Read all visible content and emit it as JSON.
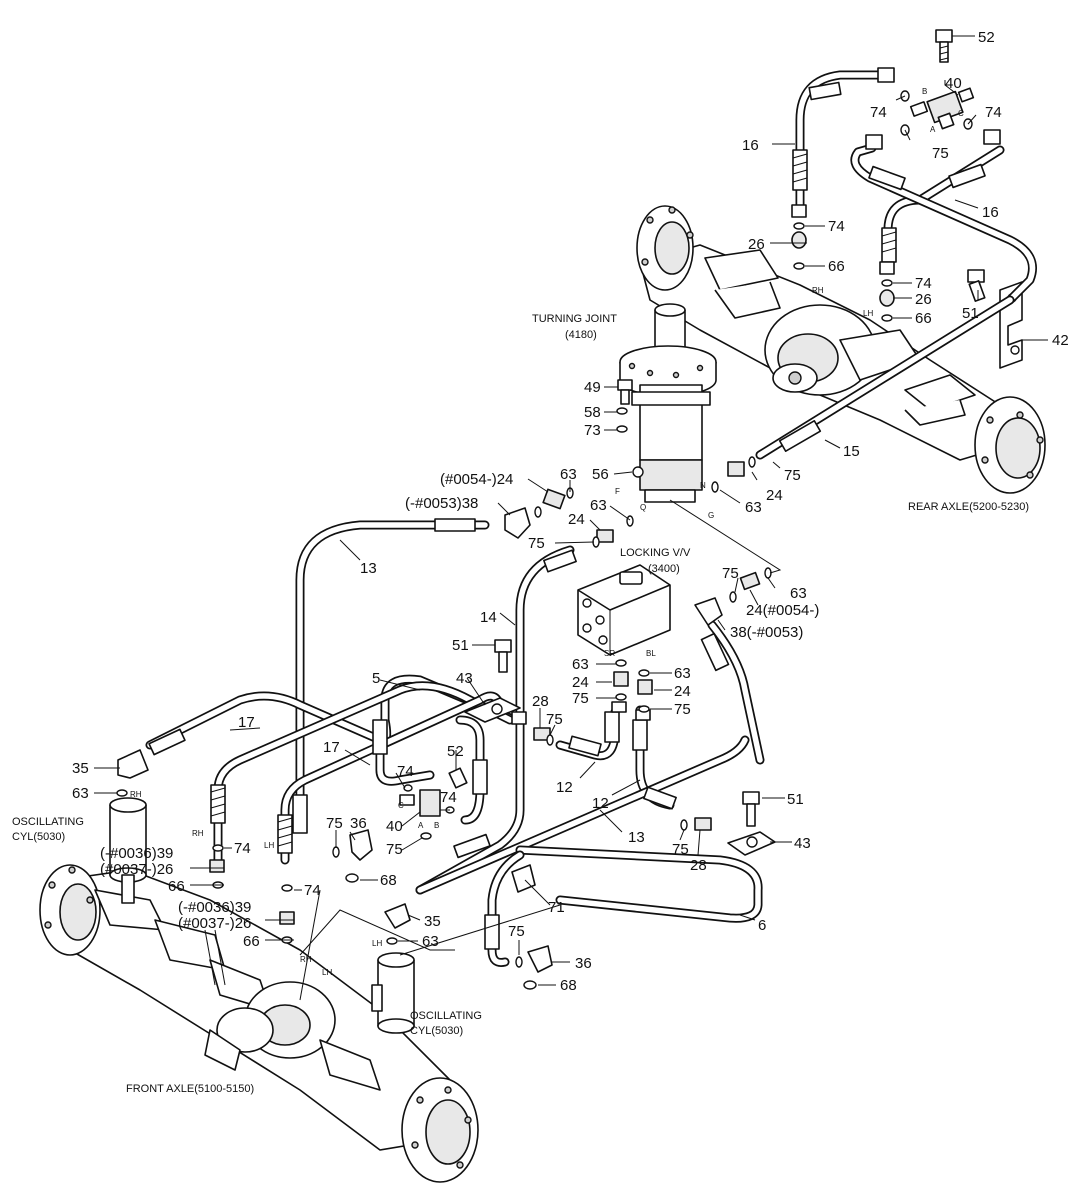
{
  "labels": {
    "turning_joint": "TURNING JOINT",
    "turning_joint_code": "(4180)",
    "locking_valve": "LOCKING V/V",
    "locking_valve_code": "(3400)",
    "rear_axle": "REAR AXLE(5200-5230)",
    "front_axle": "FRONT AXLE(5100-5150)",
    "osc_cyl_left_1": "OSCILLATING",
    "osc_cyl_left_2": "CYL(5030)",
    "osc_cyl_right_1": "OSCILLATING",
    "osc_cyl_right_2": "CYL(5030)"
  },
  "port_marks": {
    "b": "B",
    "a": "A",
    "c": "C",
    "f": "F",
    "q": "Q",
    "g": "G",
    "n": "N",
    "sr": "SR",
    "bl": "BL",
    "rh": "RH",
    "lh": "LH"
  },
  "callouts": {
    "p52_top": "52",
    "p40_top": "40",
    "p74_top_l": "74",
    "p74_top_r": "74",
    "p75_top": "75",
    "p16_l": "16",
    "p16_r": "16",
    "p74_rh": "74",
    "p26_rh": "26",
    "p66_rh": "66",
    "p74_lh": "74",
    "p26_lh": "26",
    "p66_lh": "66",
    "p51_top": "51",
    "p42": "42",
    "p49": "49",
    "p58": "58",
    "p73": "73",
    "p56": "56",
    "p15": "15",
    "p75_r1": "75",
    "p24_r1": "24",
    "p63_r1": "63",
    "p24_0054": "(#0054-)24",
    "p63_m1": "63",
    "p38_0053": "(-#0053)38",
    "p63_m2": "63",
    "p24_m": "24",
    "p75_m": "75",
    "p63_v": "63",
    "p75_v": "75",
    "p24_v_0054": "24(#0054-)",
    "p38_v_0053": "38(-#0053)",
    "p13_top": "13",
    "p14": "14",
    "p51_mid": "51",
    "p43_mid": "43",
    "p5": "5",
    "p28_mid": "28",
    "p75_mid": "75",
    "p63_sr": "63",
    "p24_sr": "24",
    "p75_sr": "75",
    "p63_bl": "63",
    "p24_bl": "24",
    "p75_bl": "75",
    "p12_l": "12",
    "p12_r": "12",
    "p17_a": "17",
    "p17_b": "17",
    "p35_l": "35",
    "p63_l": "63",
    "p74_c": "74",
    "p52_c": "52",
    "p74_c2": "74",
    "p40_c": "40",
    "p75_c": "75",
    "p75_36": "75",
    "p36_top": "36",
    "p68_top": "68",
    "p74_l1": "74",
    "p39_a": "(-#0036)39",
    "p26_a": "(#0037-)26",
    "p66_a": "66",
    "p74_l2": "74",
    "p39_b": "(-#0036)39",
    "p26_b": "(#0037-)26",
    "p66_b": "66",
    "p51_r": "51",
    "p43_r": "43",
    "p13_mid": "13",
    "p75_r": "75",
    "p28_r": "28",
    "p71": "71",
    "p6": "6",
    "p35_m": "35",
    "p63_m": "63",
    "p75_b": "75",
    "p36_b": "36",
    "p68_b": "68"
  }
}
